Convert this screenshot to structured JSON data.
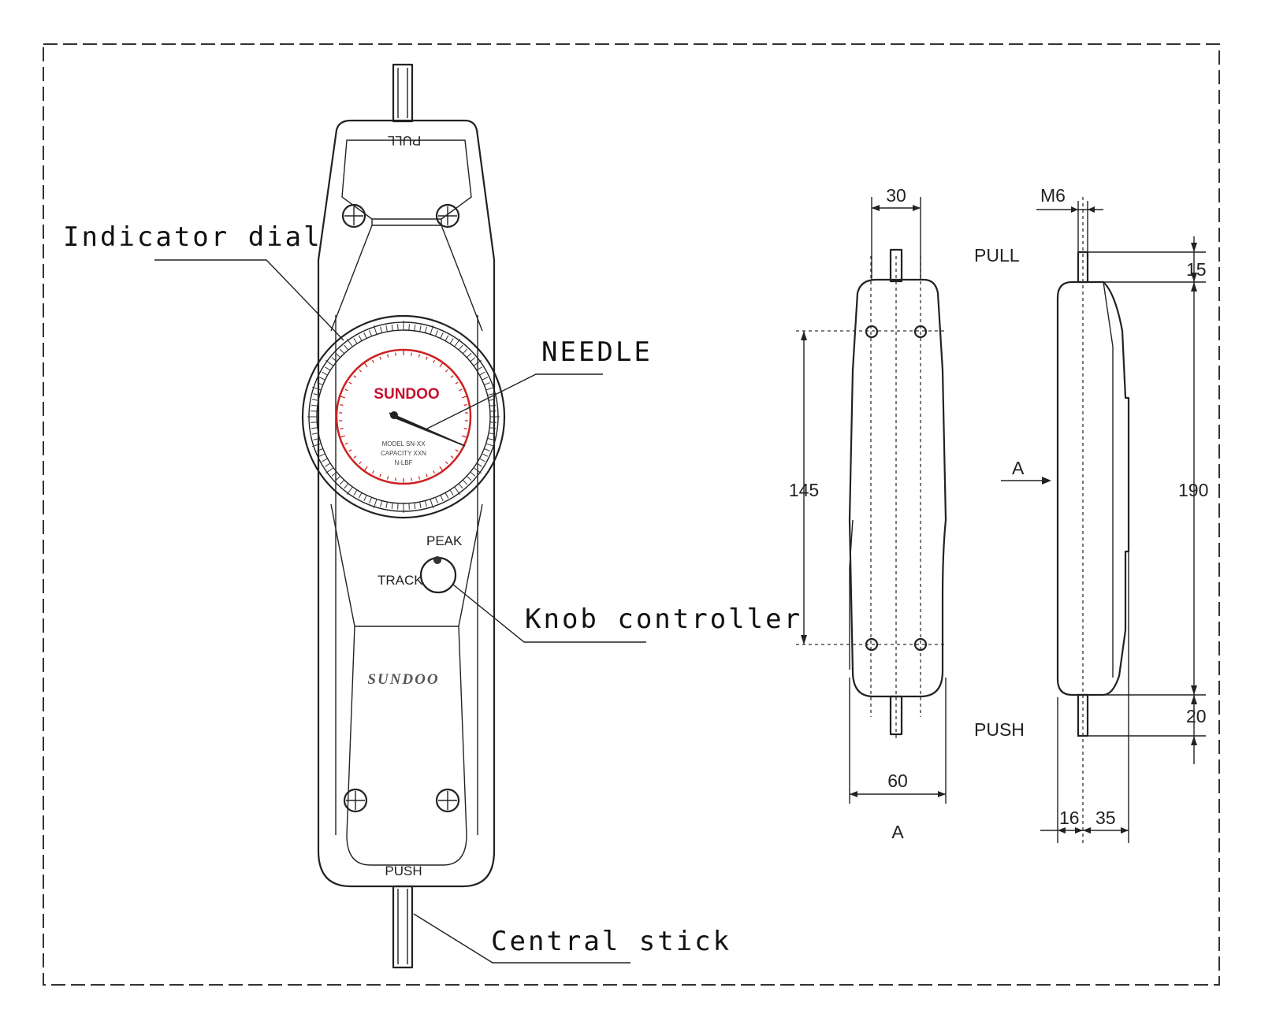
{
  "callouts": {
    "indicator_dial": "Indicator dial",
    "needle": "NEEDLE",
    "knob_controller": "Knob controller",
    "central_stick": "Central stick"
  },
  "device": {
    "pull": "PULL",
    "push": "PUSH",
    "peak": "PEAK",
    "track": "TRACK",
    "brand": "SUNDOO",
    "model_line": "MODEL SN-XX",
    "capacity_line": "CAPACITY XXN",
    "unit_line": "N-LBF"
  },
  "views": {
    "front": {
      "width_top": "30",
      "width_bottom": "60",
      "hole_spacing": "145",
      "view_label": "A"
    },
    "side": {
      "thread": "M6",
      "pull": "PULL",
      "push": "PUSH",
      "top_stub": "15",
      "body_length": "190",
      "bottom_stub": "20",
      "offset": "16",
      "depth": "35",
      "view_arrow": "A"
    }
  },
  "colors": {
    "line": "#222222",
    "brand_red": "#c8102e",
    "dial_red": "#cc2222"
  }
}
